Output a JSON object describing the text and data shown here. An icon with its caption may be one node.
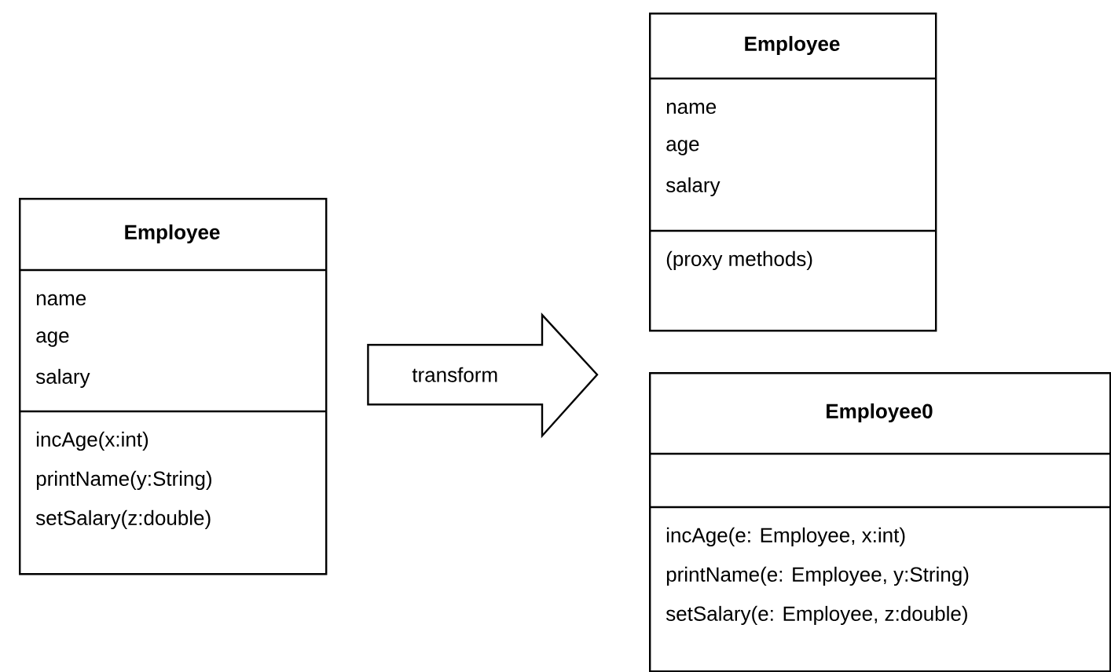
{
  "diagram": {
    "nodes": [
      {
        "text": [
          "Employee",
          "name",
          "age",
          "salary",
          "incAge(x:int)",
          "printName(y:String)",
          "setSalary(z:double)"
        ]
      },
      {
        "text": [
          "Employee",
          "name",
          "age",
          "salary",
          "(proxy methods)"
        ]
      },
      {
        "text": [
          "Employee0",
          "incAge(e: Employee, x:int)",
          "printName(e: Employee, y:String)",
          "setSalary(e: Employee, z:double)"
        ]
      }
    ],
    "edges": [
      {
        "from": 0,
        "to": 1,
        "arrow": "to",
        "label": "transform"
      },
      {
        "from": 0,
        "to": 2,
        "arrow": "to"
      }
    ]
  }
}
